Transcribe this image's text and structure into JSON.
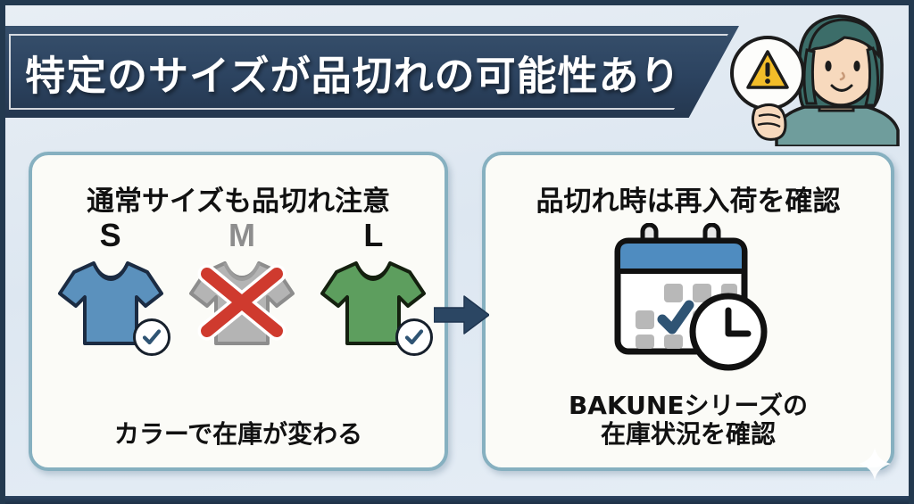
{
  "banner": {
    "title": "特定のサイズが品切れの可能性あり",
    "bg_color": "#2c4360",
    "text_color": "#ffffff"
  },
  "character": {
    "name": "woman-holding-warning-sign",
    "hair_color": "#3c6d69",
    "shirt_color": "#6f9d9c",
    "skin_color": "#f7d9bd",
    "sign_icon": "warning-triangle",
    "sign_color": "#f2bd29"
  },
  "arrow": {
    "direction": "right",
    "color": "#2b4663"
  },
  "cards": [
    {
      "id": "left",
      "title": "通常サイズも品切れ注意",
      "caption_lines": [
        "カラーで在庫が変わる"
      ],
      "shirts": [
        {
          "size": "S",
          "status": "in-stock",
          "label_color": "#111111",
          "shirt_color": "#5b91bd",
          "outline_color": "#1b2b42",
          "badge": "check"
        },
        {
          "size": "M",
          "status": "sold-out",
          "label_color": "#8d8d8d",
          "shirt_color": "#b4b4b4",
          "outline_color": "#8d8d8d",
          "badge": "cross"
        },
        {
          "size": "L",
          "status": "in-stock",
          "label_color": "#111111",
          "shirt_color": "#5d9e5e",
          "outline_color": "#14200f",
          "badge": "check"
        }
      ]
    },
    {
      "id": "right",
      "title": "品切れ時は再入荷を確認",
      "caption_lines": [
        "BAKUNEシリーズの",
        "在庫状況を確認"
      ],
      "icon": {
        "name": "calendar-clock-icon",
        "header_color": "#4f8cc0",
        "day_color": "#b8b8b8",
        "check_color": "#2f5474"
      }
    }
  ],
  "theme": {
    "background": "#e4ecf4",
    "card_border": "#86b0c0",
    "card_bg": "#fbfbf7",
    "frame_color": "#23394f",
    "check_color": "#2f5474",
    "cross_color": "#cf3a2e"
  }
}
